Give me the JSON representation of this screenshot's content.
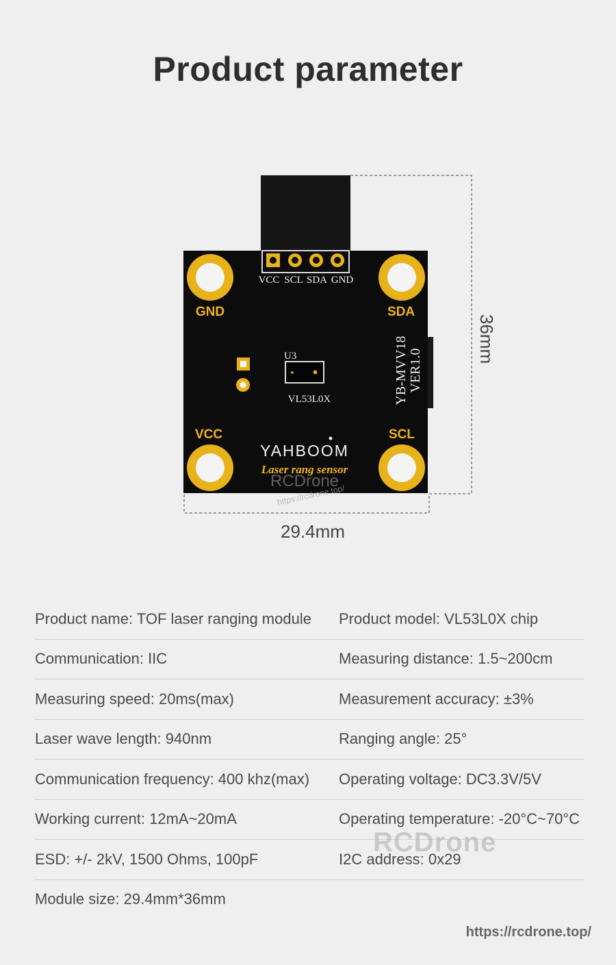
{
  "title": "Product parameter",
  "board": {
    "header_labels": [
      "VCC",
      "SCL",
      "SDA",
      "GND"
    ],
    "corner_labels": {
      "top_left": "GND",
      "top_right": "SDA",
      "bottom_left": "VCC",
      "bottom_right": "SCL"
    },
    "chip_ref": "U3",
    "chip_name": "VL53L0X",
    "model_line1": "YB-MVV18",
    "model_line2": "VER1.0",
    "brand": "YAHBOOM",
    "subtitle": "Laser rang sensor",
    "watermark": "RCDrone",
    "watermark_url": "https://rcdrone.top/",
    "height_dim": "36mm",
    "width_dim": "29.4mm"
  },
  "colors": {
    "board": "#0c0c0c",
    "gold": "#e8b21b",
    "label_gold": "#f0b41a",
    "background": "#efefef"
  },
  "params": [
    {
      "left": "Product name: TOF laser ranging module",
      "right": "Product model: VL53L0X chip"
    },
    {
      "left": "Communication: IIC",
      "right": "Measuring distance: 1.5~200cm"
    },
    {
      "left": "Measuring speed: 20ms(max)",
      "right": "Measurement accuracy: ±3%"
    },
    {
      "left": "Laser wave length: 940nm",
      "right": "Ranging angle: 25°"
    },
    {
      "left": "Communication frequency: 400 khz(max)",
      "right": "Operating voltage: DC3.3V/5V"
    },
    {
      "left": "Working current: 12mA~20mA",
      "right": "Operating temperature: -20°C~70°C"
    },
    {
      "left": "ESD:  +/- 2kV, 1500 Ohms, 100pF",
      "right": "I2C address: 0x29"
    },
    {
      "left": "Module size: 29.4mm*36mm",
      "right": ""
    }
  ],
  "watermark_bottom": "RCDrone",
  "footer_url": "https://rcdrone.top/"
}
